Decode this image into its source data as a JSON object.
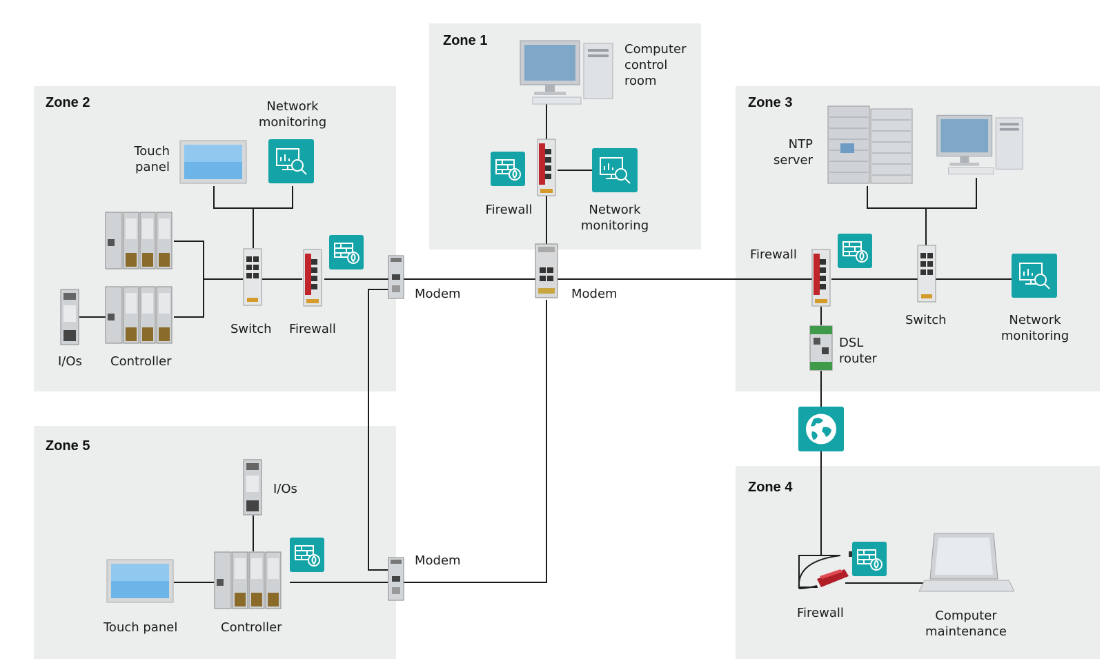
{
  "zones": {
    "z1": {
      "title": "Zone 1"
    },
    "z2": {
      "title": "Zone 2"
    },
    "z3": {
      "title": "Zone 3"
    },
    "z4": {
      "title": "Zone 4"
    },
    "z5": {
      "title": "Zone 5"
    }
  },
  "labels": {
    "z1_computer": "Computer\ncontrol\nroom",
    "z1_firewall": "Firewall",
    "z1_netmon": "Network\nmonitoring",
    "z1_modem": "Modem",
    "z2_touch": "Touch\npanel",
    "z2_netmon": "Network\nmonitoring",
    "z2_switch": "Switch",
    "z2_firewall": "Firewall",
    "z2_modem": "Modem",
    "z2_ios": "I/Os",
    "z2_controller": "Controller",
    "z3_ntp": "NTP\nserver",
    "z3_firewall": "Firewall",
    "z3_switch": "Switch",
    "z3_netmon": "Network\nmonitoring",
    "z3_dsl": "DSL\nrouter",
    "z4_firewall": "Firewall",
    "z4_computer": "Computer\nmaintenance",
    "z5_ios": "I/Os",
    "z5_touch": "Touch panel",
    "z5_controller": "Controller",
    "z5_modem": "Modem"
  },
  "icons": {
    "firewall": "firewall-icon",
    "network_monitoring": "network-monitoring-icon",
    "internet": "globe-icon"
  },
  "colors": {
    "zone_bg": "#eceded",
    "icon_teal": "#14a3a6",
    "device_red": "#c0252b"
  }
}
